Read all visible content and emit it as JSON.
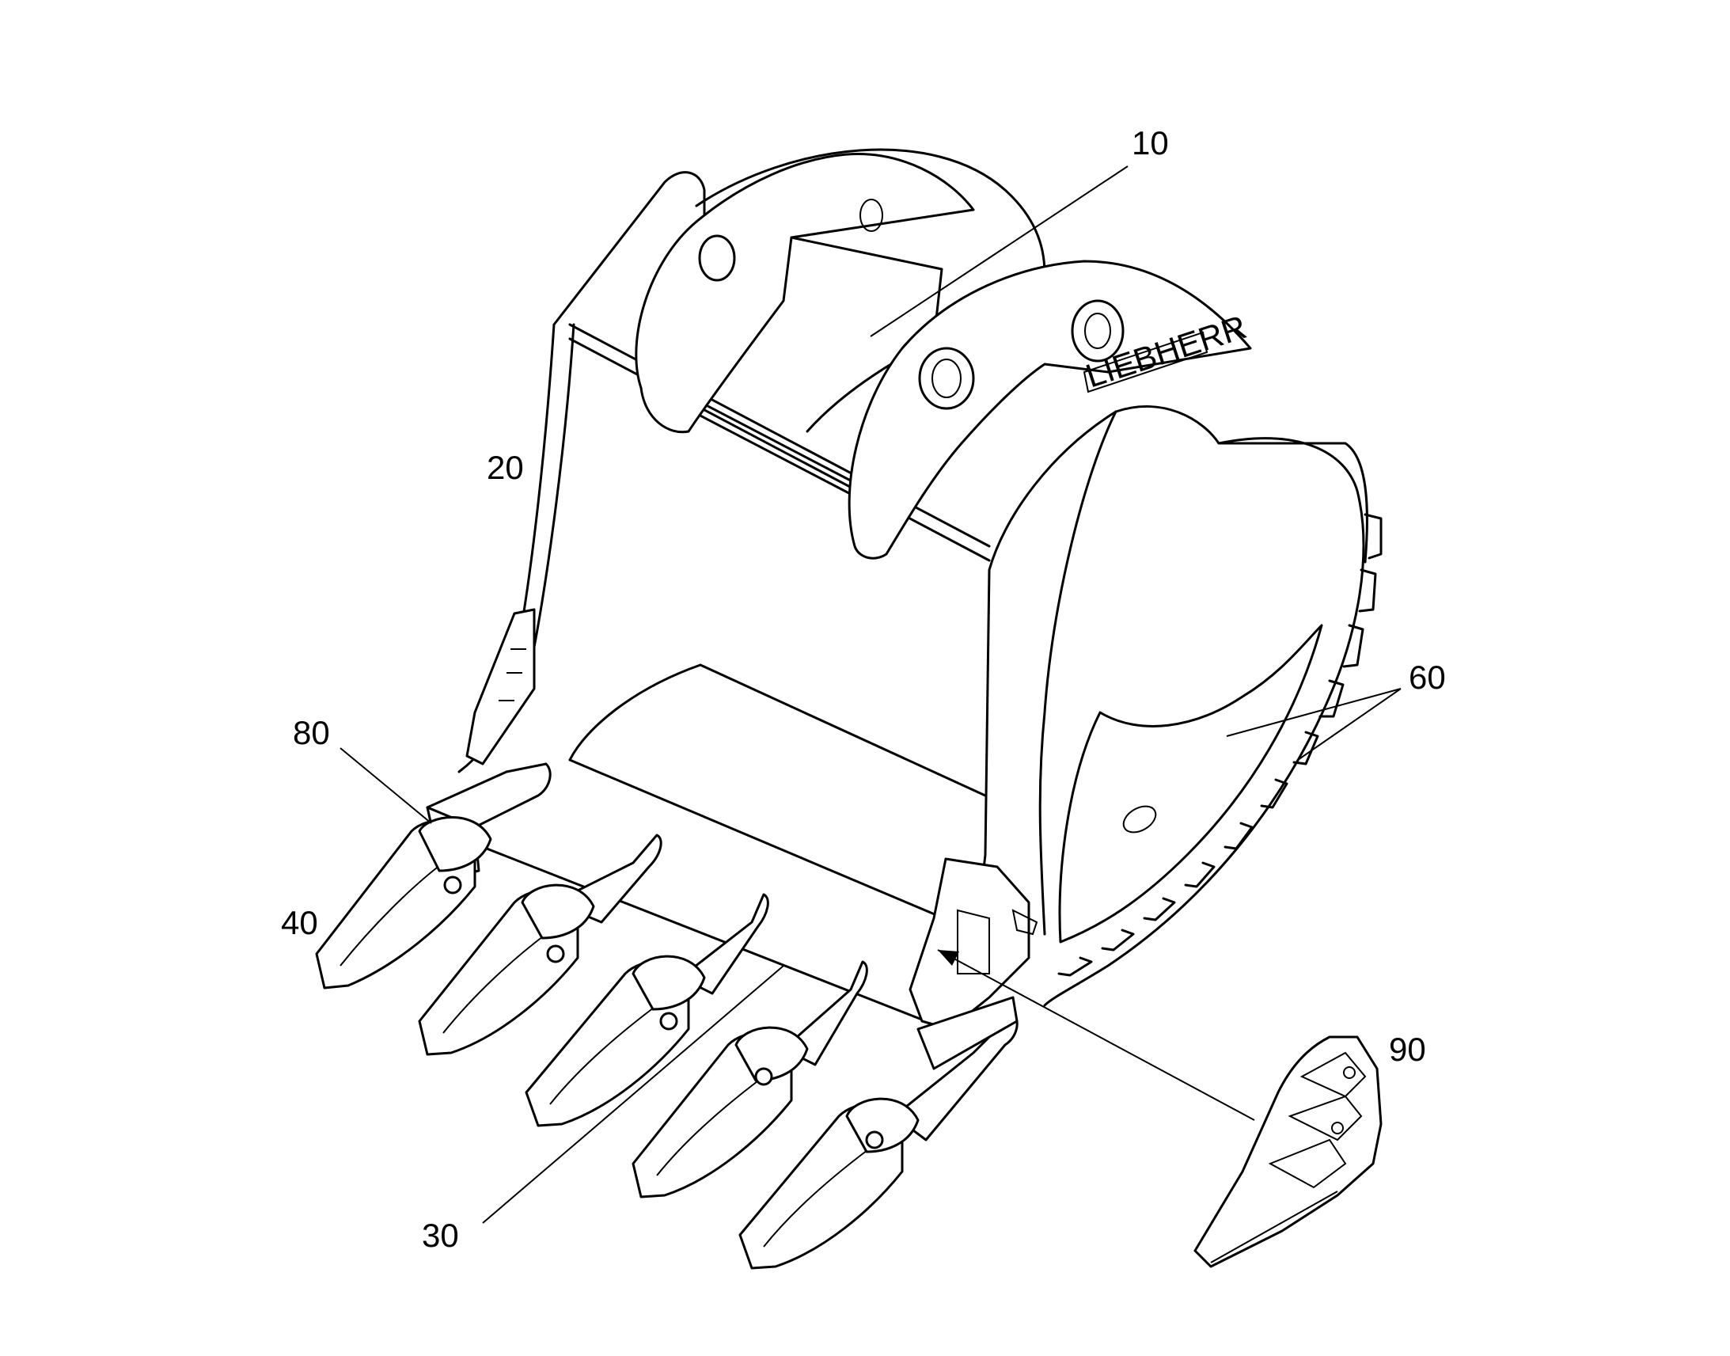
{
  "reference_numerals": {
    "n10": "10",
    "n20": "20",
    "n30": "30",
    "n40": "40",
    "n60": "60",
    "n80": "80",
    "n90": "90"
  },
  "logo_text": "LIEBHERR",
  "colors": {
    "line": "#000000",
    "background": "#ffffff"
  }
}
